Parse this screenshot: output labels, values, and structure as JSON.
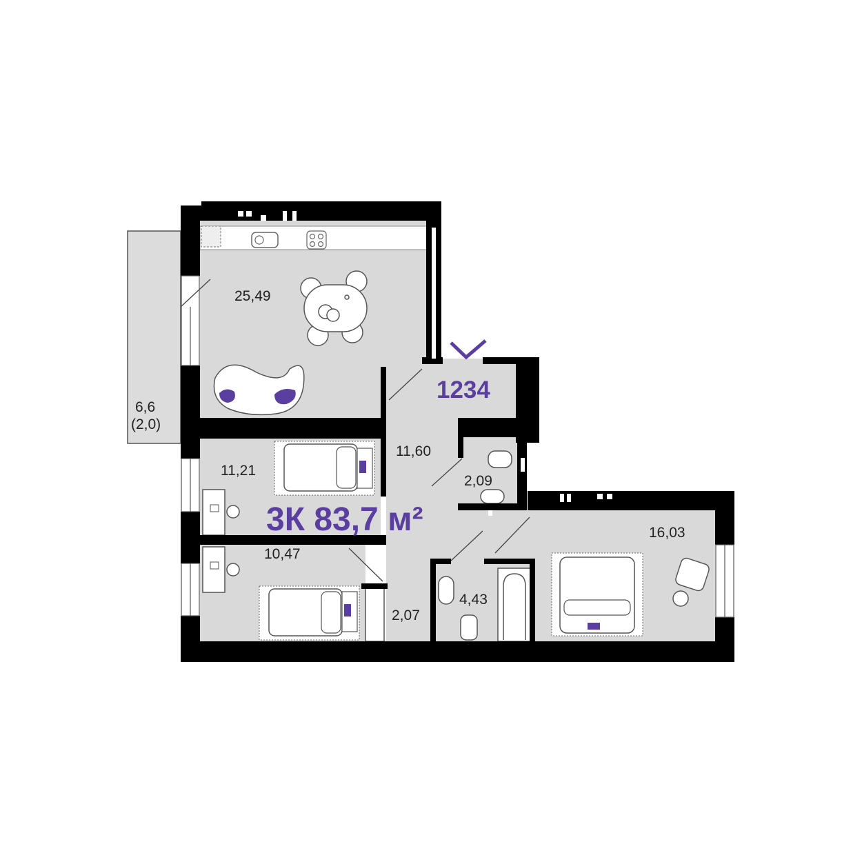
{
  "apartment": {
    "type_area_label": "3К 83,7 м²",
    "number": "1234"
  },
  "rooms": {
    "kitchen_living": "25,49",
    "hall": "11,60",
    "bedroom_1": "11,21",
    "bedroom_2": "10,47",
    "bathroom_small": "2,09",
    "bathroom_main": "4,43",
    "storage": "2,07",
    "bedroom_master": "16,03"
  },
  "balcony": {
    "area": "6,6",
    "area_reduced": "(2,0)"
  },
  "colors": {
    "accent": "#5b3fa0",
    "wall": "#000000",
    "floor": "#d9d9d9",
    "balcony": "#dcdcdc"
  }
}
